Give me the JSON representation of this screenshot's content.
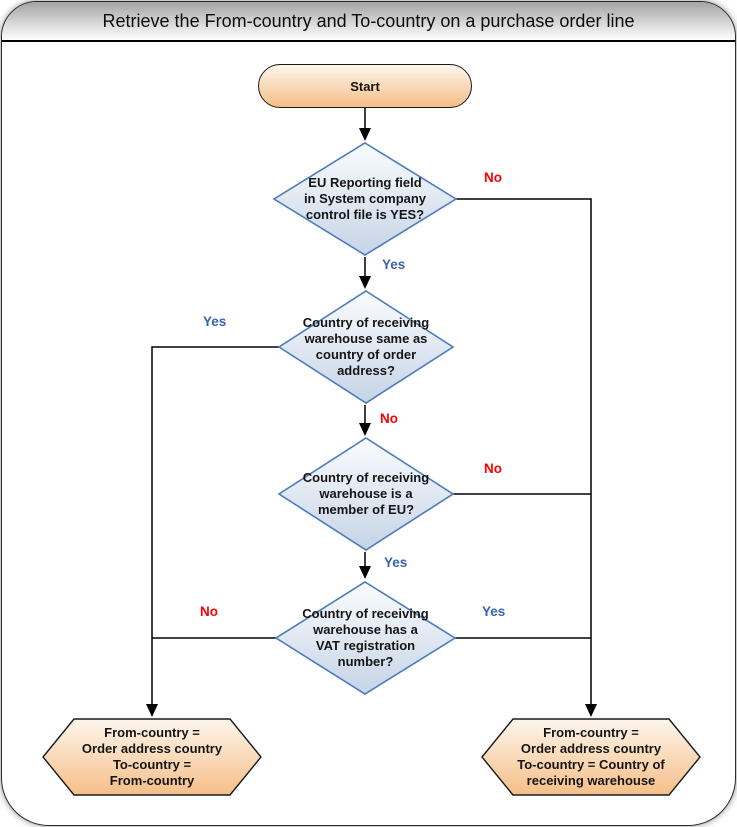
{
  "title": "Retrieve the From-country and To-country on a purchase order line",
  "nodes": {
    "start": {
      "type": "terminator",
      "label": "Start"
    },
    "decision1": {
      "type": "decision",
      "text": "EU Reporting field\nin System company\ncontrol file is YES?"
    },
    "decision2": {
      "type": "decision",
      "text": "Country of receiving\nwarehouse same as\ncountry of order\naddress?"
    },
    "decision3": {
      "type": "decision",
      "text": "Country of receiving\nwarehouse is a\nmember of EU?"
    },
    "decision4": {
      "type": "decision",
      "text": "Country of receiving\nwarehouse has a\nVAT registration\nnumber?"
    },
    "result_left": {
      "type": "result",
      "text": "From-country =\nOrder address country\nTo-country =\nFrom-country"
    },
    "result_right": {
      "type": "result",
      "text": "From-country =\nOrder address country\nTo-country = Country of\nreceiving warehouse"
    }
  },
  "edges": {
    "d1_yes": {
      "label": "Yes"
    },
    "d1_no": {
      "label": "No"
    },
    "d2_yes": {
      "label": "Yes"
    },
    "d2_no": {
      "label": "No"
    },
    "d3_yes": {
      "label": "Yes"
    },
    "d3_no": {
      "label": "No"
    },
    "d4_yes": {
      "label": "Yes"
    },
    "d4_no": {
      "label": "No"
    }
  },
  "colors": {
    "yes_label": "#3a64b0",
    "no_label": "#ff0000",
    "decision_border": "#4a7bbd",
    "decision_fill_top": "#fafcfe",
    "decision_fill_bottom": "#c6d4e6",
    "terminator_fill_top": "#fdf6ec",
    "terminator_fill_bottom": "#f6be88",
    "title_bar_gray": "#a4a4a4",
    "connector": "#000000"
  }
}
